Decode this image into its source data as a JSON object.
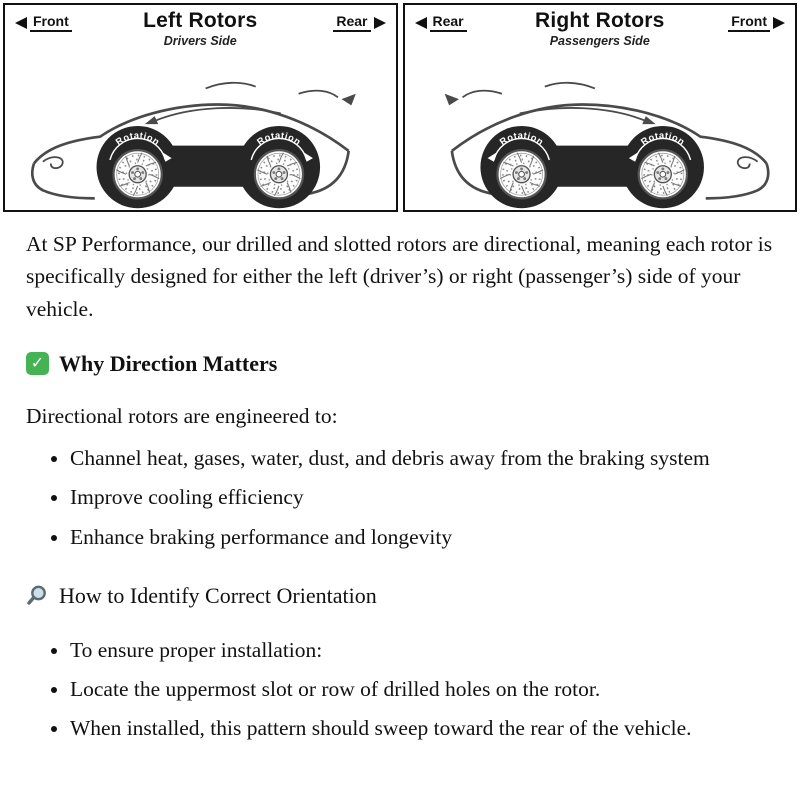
{
  "diagram": {
    "rotation_label": "Rotation",
    "left_panel": {
      "title": "Left Rotors",
      "subtitle": "Drivers Side",
      "leading_label": "Front",
      "trailing_label": "Rear"
    },
    "right_panel": {
      "title": "Right Rotors",
      "subtitle": "Passengers Side",
      "leading_label": "Rear",
      "trailing_label": "Front"
    },
    "colors": {
      "line_art": "#4a4a4a",
      "wheel_dark": "#262626"
    }
  },
  "content": {
    "intro": "At SP Performance, our drilled and slotted rotors are directional, meaning each rotor is specifically designed for either the left (driver’s) or right (passenger’s) side of your vehicle.",
    "section1": {
      "icon": "check-icon",
      "icon_color": "#45b354",
      "check_glyph": "✓",
      "heading": "Why Direction Matters",
      "lead": "Directional rotors are engineered to:",
      "bullets": [
        "Channel heat, gases, water, dust, and debris away from the braking system",
        "Improve cooling efficiency",
        "Enhance braking performance and longevity"
      ]
    },
    "section2": {
      "icon": "magnifier-icon",
      "icon_color": "#5a6b73",
      "heading": "How to Identify Correct Orientation",
      "bullets": [
        "To ensure proper installation:",
        "Locate the uppermost slot or row of drilled holes on the rotor.",
        "When installed, this pattern should sweep toward the rear of the vehicle."
      ]
    }
  }
}
